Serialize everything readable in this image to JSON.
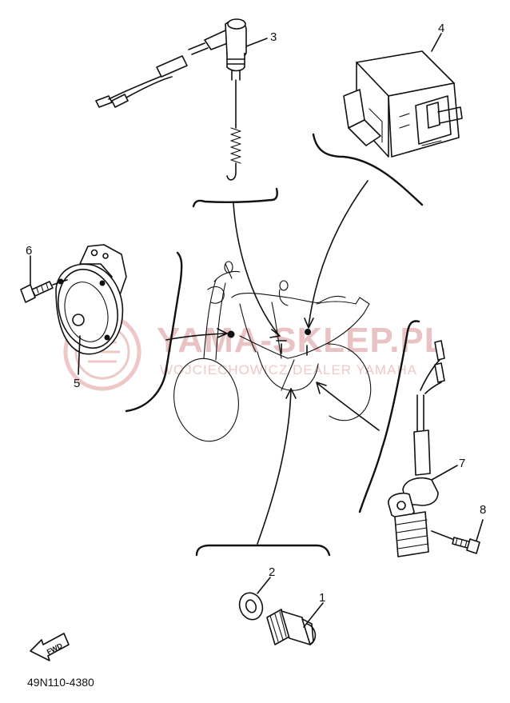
{
  "diagram": {
    "callouts": {
      "p1": "1",
      "p2": "2",
      "p3": "3",
      "p4": "4",
      "p5": "5",
      "p6": "6",
      "p7": "7",
      "p8": "8"
    },
    "watermark": {
      "main": "YAMA-SKLEP.PL",
      "sub": "WOJCIECHOWICZ DEALER YAMAHA"
    },
    "fwd_label": "FWD",
    "drawing_code": "49N110-4380",
    "colors": {
      "line": "#111111",
      "watermark": "#e9c3c3"
    }
  }
}
